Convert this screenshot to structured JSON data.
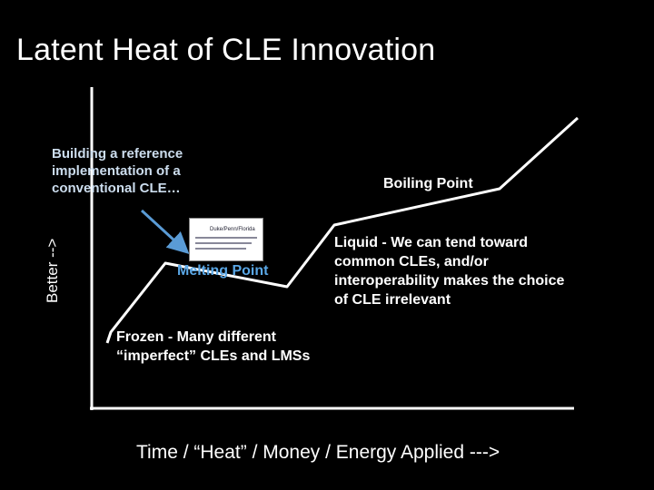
{
  "slide": {
    "title": "Latent Heat of CLE Innovation",
    "y_axis_label": "Better -->",
    "x_axis_label": "Time / “Heat” / Money / Energy Applied --->"
  },
  "annotations": {
    "reference": "Building a reference implementation of a conventional CLE…",
    "boiling_point": "Boiling Point",
    "melting_point": "Melting Point",
    "liquid": "Liquid - We can tend toward common CLEs, and/or interoperability makes the choice of CLE irrelevant",
    "frozen": "Frozen - Many different “imperfect” CLEs and LMSs"
  },
  "thumbnail": {
    "logo_text": "Duke/Penn/Florida"
  },
  "colors": {
    "background": "#000000",
    "text": "#ffffff",
    "melting_point": "#5aa7e6",
    "arrow": "#5a9bd5"
  }
}
